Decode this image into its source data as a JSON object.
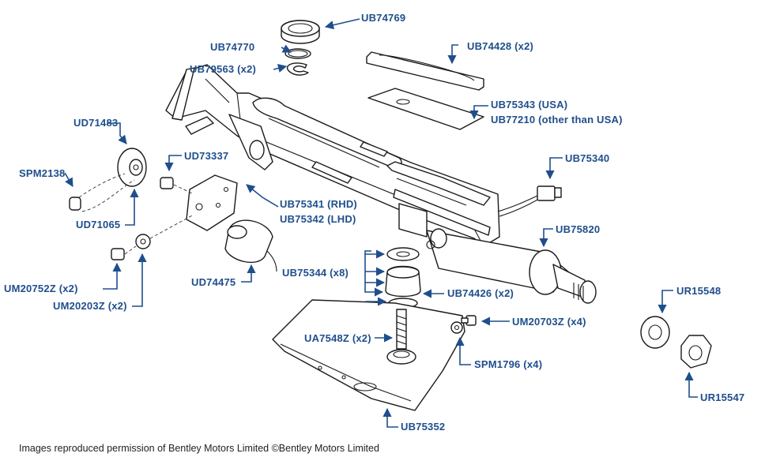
{
  "colors": {
    "label": "#1f4e8c",
    "line": "#1a1a1a"
  },
  "labels": {
    "ub74769": "UB74769",
    "ub74770": "UB74770",
    "ub79563": "UB79563 (x2)",
    "ub74428": "UB74428 (x2)",
    "ub75343": "UB75343 (USA)",
    "ub77210": "UB77210 (other than USA)",
    "ud71483": "UD71483",
    "ud73337": "UD73337",
    "spm2138": "SPM2138",
    "ub75340": "UB75340",
    "ub75341": "UB75341 (RHD)",
    "ub75342": "UB75342 (LHD)",
    "ud71065": "UD71065",
    "ub75820": "UB75820",
    "ub75344": "UB75344 (x8)",
    "um20752z": "UM20752Z (x2)",
    "ud74475": "UD74475",
    "ub74426": "UB74426 (x2)",
    "um20203z": "UM20203Z (x2)",
    "ur15548": "UR15548",
    "um20703z": "UM20703Z (x4)",
    "ua7548z": "UA7548Z (x2)",
    "spm1796": "SPM1796 (x4)",
    "ur15547": "UR15547",
    "ub75352": "UB75352"
  },
  "footer": "Images reproduced permission of Bentley Motors Limited ©Bentley Motors Limited"
}
